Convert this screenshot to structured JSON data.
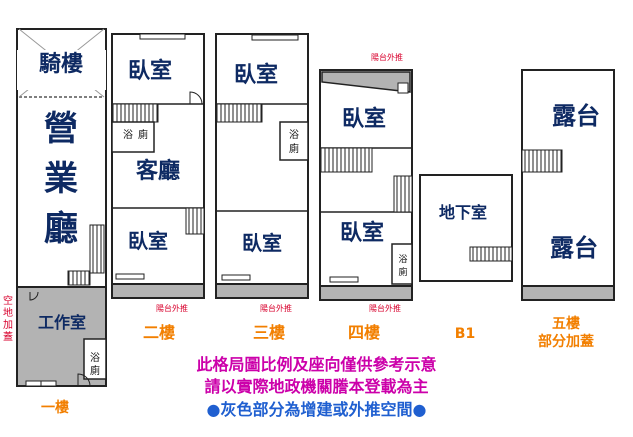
{
  "colors": {
    "wall": "#222222",
    "annex_gray": "#b3b3b3",
    "room_text": "#0e2a63",
    "balcony_red": "#d8002c",
    "floor_label": "#f27f00",
    "note_magenta": "#cc00aa",
    "note_blue": "#1f5fd0"
  },
  "floor1": {
    "arcade": "騎樓",
    "business_hall_1": "營",
    "business_hall_2": "業",
    "business_hall_3": "廳",
    "workroom": "工作室",
    "bath_1": "浴",
    "bath_2": "廁",
    "open_addition_1": "空",
    "open_addition_2": "地",
    "open_addition_3": "加",
    "open_addition_4": "蓋",
    "floor_label": "一樓"
  },
  "floor2": {
    "bedroom_top": "臥室",
    "bath_1": "浴",
    "bath_2": "廁",
    "living_room": "客廳",
    "bedroom_bottom": "臥室",
    "balcony": "陽台外推",
    "floor_label": "二樓"
  },
  "floor3": {
    "bedroom_top": "臥室",
    "bath_1": "浴",
    "bath_2": "廁",
    "bedroom_bottom": "臥室",
    "balcony": "陽台外推",
    "floor_label": "三樓"
  },
  "floor4": {
    "balcony_top": "陽台外推",
    "bedroom_top": "臥室",
    "bedroom_bottom": "臥室",
    "bath_1": "浴",
    "bath_2": "廁",
    "balcony_bottom": "陽台外推",
    "floor_label": "四樓"
  },
  "basement": {
    "room": "地下室",
    "floor_label": "B1"
  },
  "floor5": {
    "terrace_top": "露台",
    "terrace_bottom": "露台",
    "floor_label_1": "五樓",
    "floor_label_2": "部分加蓋"
  },
  "notes": {
    "line1": "此格局圖比例及座向僅供參考示意",
    "line2": "請以實際地政機關謄本登載為主",
    "line3_bullet": "●",
    "line3_text": "灰色部分為增建或外推空間"
  }
}
